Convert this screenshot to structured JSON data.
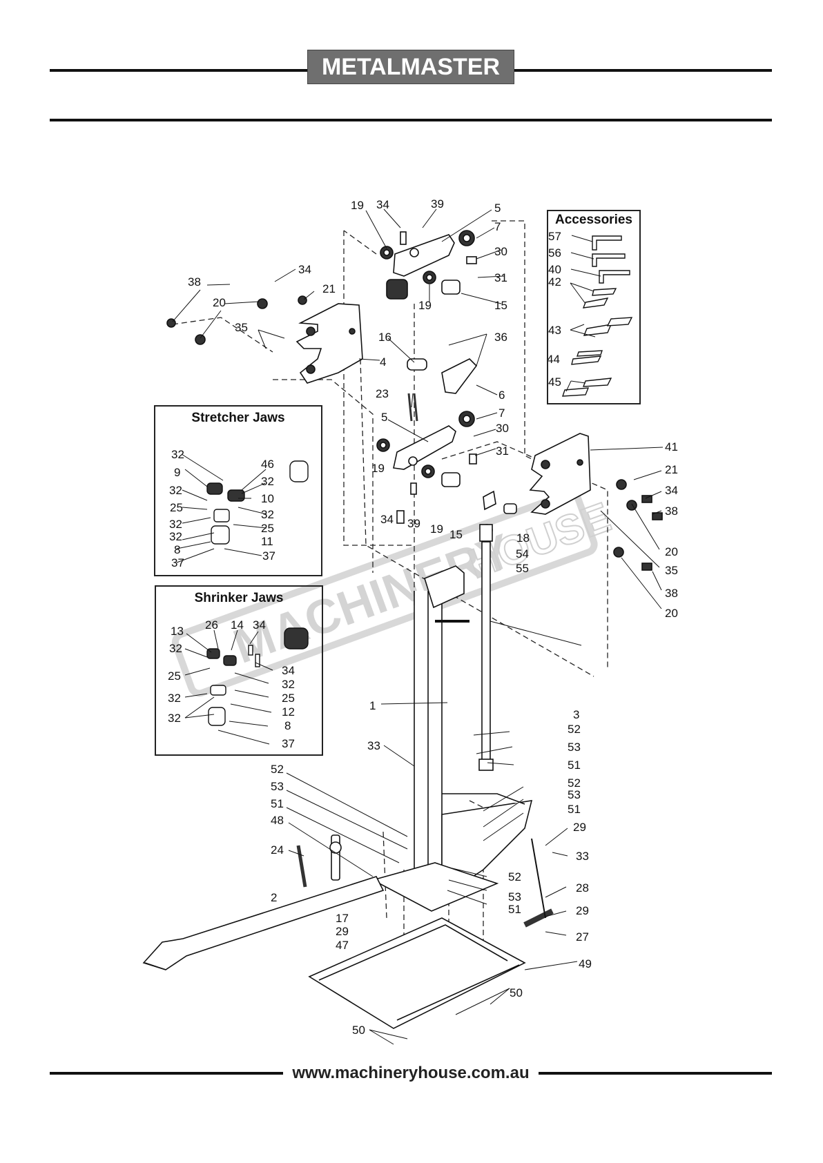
{
  "header": {
    "logo_text": "METALMASTER"
  },
  "footer": {
    "url": "www.machineryhouse.com.au"
  },
  "watermark": {
    "text_main": "MACHINERY",
    "text_outline": "HOUSE"
  },
  "boxes": {
    "accessories": "Accessories",
    "stretcher_jaws": "Stretcher Jaws",
    "shrinker_jaws": "Shrinker Jaws"
  },
  "part_labels": {
    "top_19": "19",
    "top_34": "34",
    "top_39": "39",
    "top_5": "5",
    "top_7": "7",
    "top_30": "30",
    "top_31": "31",
    "top_15": "15",
    "top_19b": "19",
    "left_38": "38",
    "left_34": "34",
    "left_21": "21",
    "left_20": "20",
    "left_35": "35",
    "p4": "4",
    "p16": "16",
    "p36": "36",
    "p6": "6",
    "p23": "23",
    "mid_5": "5",
    "mid_7": "7",
    "mid_30": "30",
    "mid_31": "31",
    "mid_19": "19",
    "mid_34": "34",
    "mid_39": "39",
    "mid_19b": "19",
    "mid_15": "15",
    "p18": "18",
    "p54": "54",
    "p55": "55",
    "r41": "41",
    "r21": "21",
    "r34": "34",
    "r38": "38",
    "r20": "20",
    "r35": "35",
    "r38b": "38",
    "r20b": "20",
    "acc_57": "57",
    "acc_56": "56",
    "acc_40": "40",
    "acc_42": "42",
    "acc_43": "43",
    "acc_44": "44",
    "acc_45": "45",
    "st_32a": "32",
    "st_9": "9",
    "st_46": "46",
    "st_32b": "32",
    "st_32c": "32",
    "st_10": "10",
    "st_25a": "25",
    "st_32d": "32",
    "st_32e": "32",
    "st_25b": "25",
    "st_32f": "32",
    "st_11": "11",
    "st_8": "8",
    "st_37a": "37",
    "st_37b": "37",
    "sh_13": "13",
    "sh_26": "26",
    "sh_14": "14",
    "sh_34a": "34",
    "sh_32a": "32",
    "sh_34b": "34",
    "sh_25a": "25",
    "sh_32b": "32",
    "sh_25b": "25",
    "sh_32c": "32",
    "sh_12": "12",
    "sh_32d": "32",
    "sh_8": "8",
    "sh_37": "37",
    "p1": "1",
    "p3": "3",
    "p33": "33",
    "b52a": "52",
    "b53a": "53",
    "b51a": "51",
    "l52": "52",
    "l53": "53",
    "l51": "51",
    "p48": "48",
    "p24": "24",
    "p2": "2",
    "p17": "17",
    "p29a": "29",
    "p47": "47",
    "r52": "52",
    "r53": "53",
    "r51": "51",
    "r29": "29",
    "r33": "33",
    "c52": "52",
    "c53": "53",
    "c51": "51",
    "p28": "28",
    "p29b": "29",
    "p27": "27",
    "p49": "49",
    "p50a": "50",
    "p50b": "50"
  }
}
